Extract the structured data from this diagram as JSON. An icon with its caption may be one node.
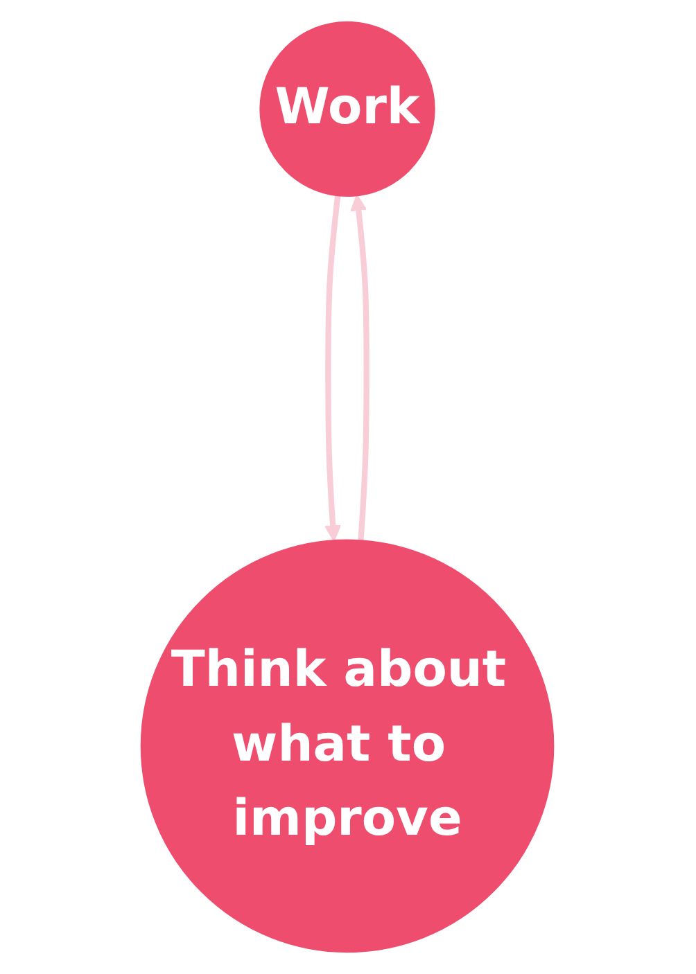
{
  "diagram": {
    "nodes": [
      {
        "text": [
          "Work"
        ]
      },
      {
        "text": [
          "Think about what to improve"
        ]
      }
    ],
    "edges": [
      {
        "from": 0,
        "to": 1,
        "arrow": "to"
      },
      {
        "from": 1,
        "to": 0,
        "arrow": "to"
      }
    ]
  }
}
